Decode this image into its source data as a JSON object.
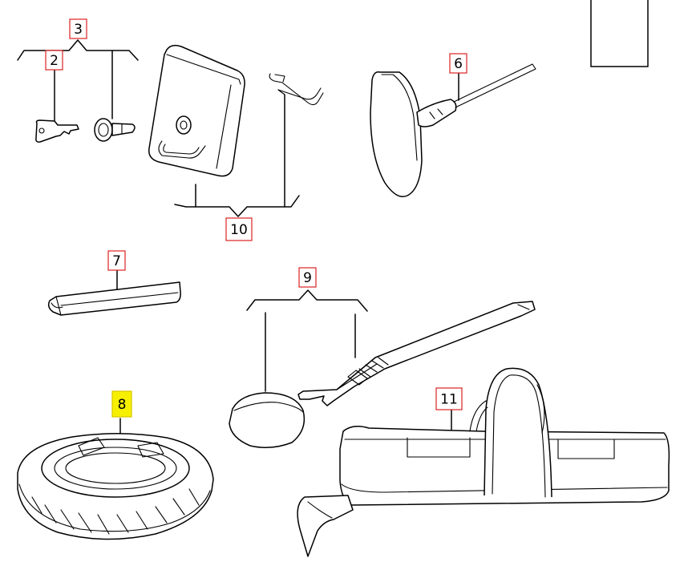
{
  "diagram": {
    "callouts": [
      {
        "id": "3",
        "label": "3"
      },
      {
        "id": "2",
        "label": "2"
      },
      {
        "id": "6",
        "label": "6"
      },
      {
        "id": "10",
        "label": "10"
      },
      {
        "id": "7",
        "label": "7"
      },
      {
        "id": "9",
        "label": "9"
      },
      {
        "id": "8",
        "label": "8",
        "highlighted": true
      },
      {
        "id": "11",
        "label": "11"
      }
    ],
    "colors": {
      "label_border": "#dd2222",
      "highlight_fill": "#f6f000",
      "line": "#000000"
    }
  }
}
